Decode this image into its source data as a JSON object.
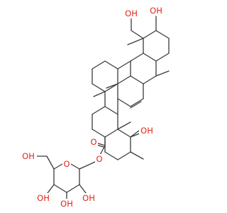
{
  "colors": {
    "bond": "#3a3a3a",
    "oxygen": "#e0251b",
    "carbon": "#3a3a3a",
    "background": "#ffffff"
  },
  "labels": {
    "oh_c3": "OH",
    "oh_ch2_top": "OH",
    "oh_c19": "OH",
    "oh_sugar_ch2": "OH",
    "ester_carbonyl_o": "O",
    "ester_o": "O",
    "ring_o": "O",
    "oh_sugar_c4": "OH",
    "oh_sugar_c3": "OH",
    "oh_sugar_c2": "OH"
  }
}
